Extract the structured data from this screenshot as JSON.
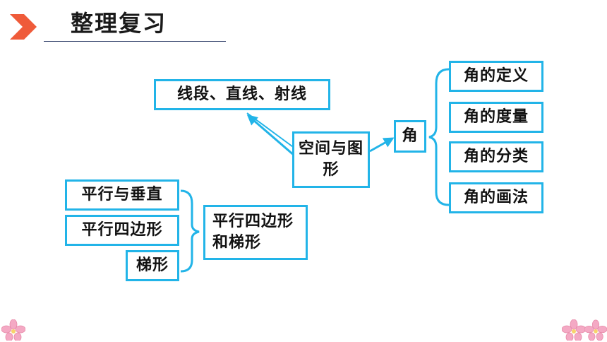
{
  "header": {
    "title": "整理复习"
  },
  "colors": {
    "accent": "#22b4e8",
    "header_arrow": "#ef5b3a",
    "flower": "#f4a9c4"
  },
  "center": {
    "label": "空间与图形"
  },
  "left_top": {
    "label": "线段、直线、射线"
  },
  "angle": {
    "label": "角",
    "children": [
      "角的定义",
      "角的度量",
      "角的分类",
      "角的画法"
    ]
  },
  "quad": {
    "label": "平行四边形和梯形",
    "children": [
      "平行与垂直",
      "平行四边形",
      "梯形"
    ]
  }
}
